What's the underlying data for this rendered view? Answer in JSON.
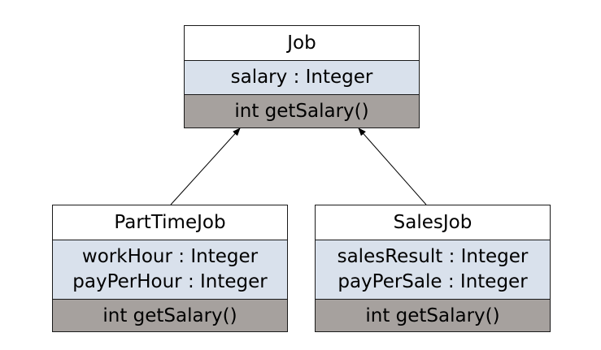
{
  "colors": {
    "attribute_fill": "#d9e1ec",
    "method_fill": "#a6a19e",
    "name_fill": "#ffffff",
    "border": "#1a1a1a",
    "arrow": "#000000"
  },
  "classes": [
    {
      "name": "Job",
      "attributes": [
        "salary : Integer"
      ],
      "methods": [
        "int getSalary()"
      ]
    },
    {
      "name": "PartTimeJob",
      "attributes": [
        "workHour : Integer",
        "payPerHour : Integer"
      ],
      "methods": [
        "int getSalary()"
      ]
    },
    {
      "name": "SalesJob",
      "attributes": [
        "salesResult : Integer",
        "payPerSale : Integer"
      ],
      "methods": [
        "int getSalary()"
      ]
    }
  ],
  "relations": [
    {
      "type": "inheritance",
      "from": "PartTimeJob",
      "to": "Job"
    },
    {
      "type": "inheritance",
      "from": "SalesJob",
      "to": "Job"
    }
  ]
}
